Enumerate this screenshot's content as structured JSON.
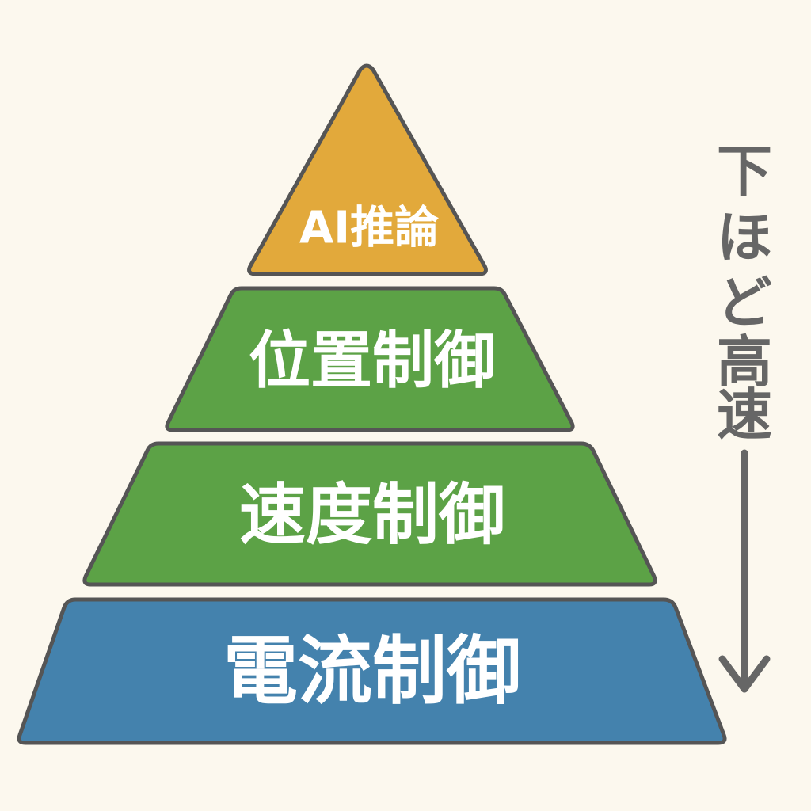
{
  "pyramid": {
    "tiers": [
      {
        "label": "AI推論",
        "color": "#e2a93b"
      },
      {
        "label": "位置制御",
        "color": "#5ca246"
      },
      {
        "label": "速度制御",
        "color": "#5ca246"
      },
      {
        "label": "電流制御",
        "color": "#4482ad"
      }
    ],
    "outline_color": "#555555"
  },
  "side_note": {
    "chars": [
      "下",
      "ほ",
      "ど",
      "高",
      "速"
    ],
    "color": "#666666"
  }
}
